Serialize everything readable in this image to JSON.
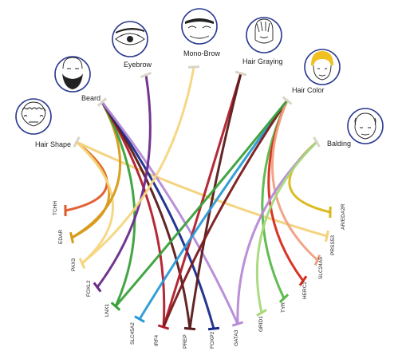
{
  "traits": [
    {
      "id": "hair-shape",
      "label": "Hair Shape",
      "color": "#f3d27a"
    },
    {
      "id": "beard",
      "label": "Beard",
      "color": "#2b3a8f"
    },
    {
      "id": "eyebrow",
      "label": "Eyebrow",
      "color": "#6a2a8a"
    },
    {
      "id": "mono-brow",
      "label": "Mono-Brow",
      "color": "#f6d57e"
    },
    {
      "id": "hair-graying",
      "label": "Hair Graying",
      "color": "#7a1a1a"
    },
    {
      "id": "hair-color",
      "label": "Hair Color",
      "color": "#f0c020"
    },
    {
      "id": "balding",
      "label": "Balding",
      "color": "#b58ad6"
    }
  ],
  "genes": [
    {
      "id": "tchh",
      "label": "TCHH",
      "color": "#e05a2a"
    },
    {
      "id": "edar",
      "label": "EDAR",
      "color": "#d89a18"
    },
    {
      "id": "pax3",
      "label": "PAX3",
      "color": "#f6d57e"
    },
    {
      "id": "foxl2",
      "label": "FOXL2",
      "color": "#6a2a8a"
    },
    {
      "id": "lnx1",
      "label": "LNX1",
      "color": "#3aa03a"
    },
    {
      "id": "slc45a2",
      "label": "SLC45A2",
      "color": "#2a9ad6"
    },
    {
      "id": "irf4",
      "label": "IRF4",
      "color": "#b01e2a"
    },
    {
      "id": "prep",
      "label": "PREP",
      "color": "#5a1a1a"
    },
    {
      "id": "foxp2",
      "label": "FOXP2",
      "color": "#1a2a8a"
    },
    {
      "id": "gata3",
      "label": "GATA3",
      "color": "#b58ad6"
    },
    {
      "id": "grid1",
      "label": "GRID1",
      "color": "#a8d87a"
    },
    {
      "id": "tyr",
      "label": "TYR",
      "color": "#5ab84a"
    },
    {
      "id": "herc2",
      "label": "HERC2",
      "color": "#d62a1a"
    },
    {
      "id": "slc24a5",
      "label": "SLC24A5",
      "color": "#f0a080"
    },
    {
      "id": "prss53",
      "label": "PRSS53",
      "color": "#f3d27a"
    },
    {
      "id": "ar-eda2r",
      "label": "AR/EDA2R",
      "color": "#d8b818"
    }
  ],
  "links": [
    {
      "from": "hair-shape",
      "to": "tchh",
      "color": "#e05a2a"
    },
    {
      "from": "hair-shape",
      "to": "edar",
      "color": "#d89a18"
    },
    {
      "from": "hair-shape",
      "to": "pax3",
      "color": "#f6d57e"
    },
    {
      "from": "hair-shape",
      "to": "prss53",
      "color": "#f3d27a"
    },
    {
      "from": "beard",
      "to": "edar",
      "color": "#d89a18"
    },
    {
      "from": "beard",
      "to": "lnx1",
      "color": "#3aa03a"
    },
    {
      "from": "beard",
      "to": "irf4",
      "color": "#b01e2a"
    },
    {
      "from": "beard",
      "to": "prep",
      "color": "#5a1a1a"
    },
    {
      "from": "beard",
      "to": "foxp2",
      "color": "#1a2a8a"
    },
    {
      "from": "beard",
      "to": "gata3",
      "color": "#b58ad6"
    },
    {
      "from": "eyebrow",
      "to": "foxl2",
      "color": "#6a2a8a"
    },
    {
      "from": "mono-brow",
      "to": "pax3",
      "color": "#f6d57e"
    },
    {
      "from": "hair-graying",
      "to": "irf4",
      "color": "#b01e2a"
    },
    {
      "from": "hair-graying",
      "to": "prep",
      "color": "#5a1a1a"
    },
    {
      "from": "hair-color",
      "to": "slc45a2",
      "color": "#2a9ad6"
    },
    {
      "from": "hair-color",
      "to": "irf4",
      "color": "#7a1a1a"
    },
    {
      "from": "hair-color",
      "to": "tyr",
      "color": "#5ab84a"
    },
    {
      "from": "hair-color",
      "to": "herc2",
      "color": "#d62a1a"
    },
    {
      "from": "hair-color",
      "to": "slc24a5",
      "color": "#f0a080"
    },
    {
      "from": "hair-color",
      "to": "lnx1",
      "color": "#3aa03a"
    },
    {
      "from": "balding",
      "to": "ar-eda2r",
      "color": "#d8b818"
    },
    {
      "from": "balding",
      "to": "gata3",
      "color": "#b58ad6"
    },
    {
      "from": "balding",
      "to": "grid1",
      "color": "#a8d87a"
    }
  ]
}
